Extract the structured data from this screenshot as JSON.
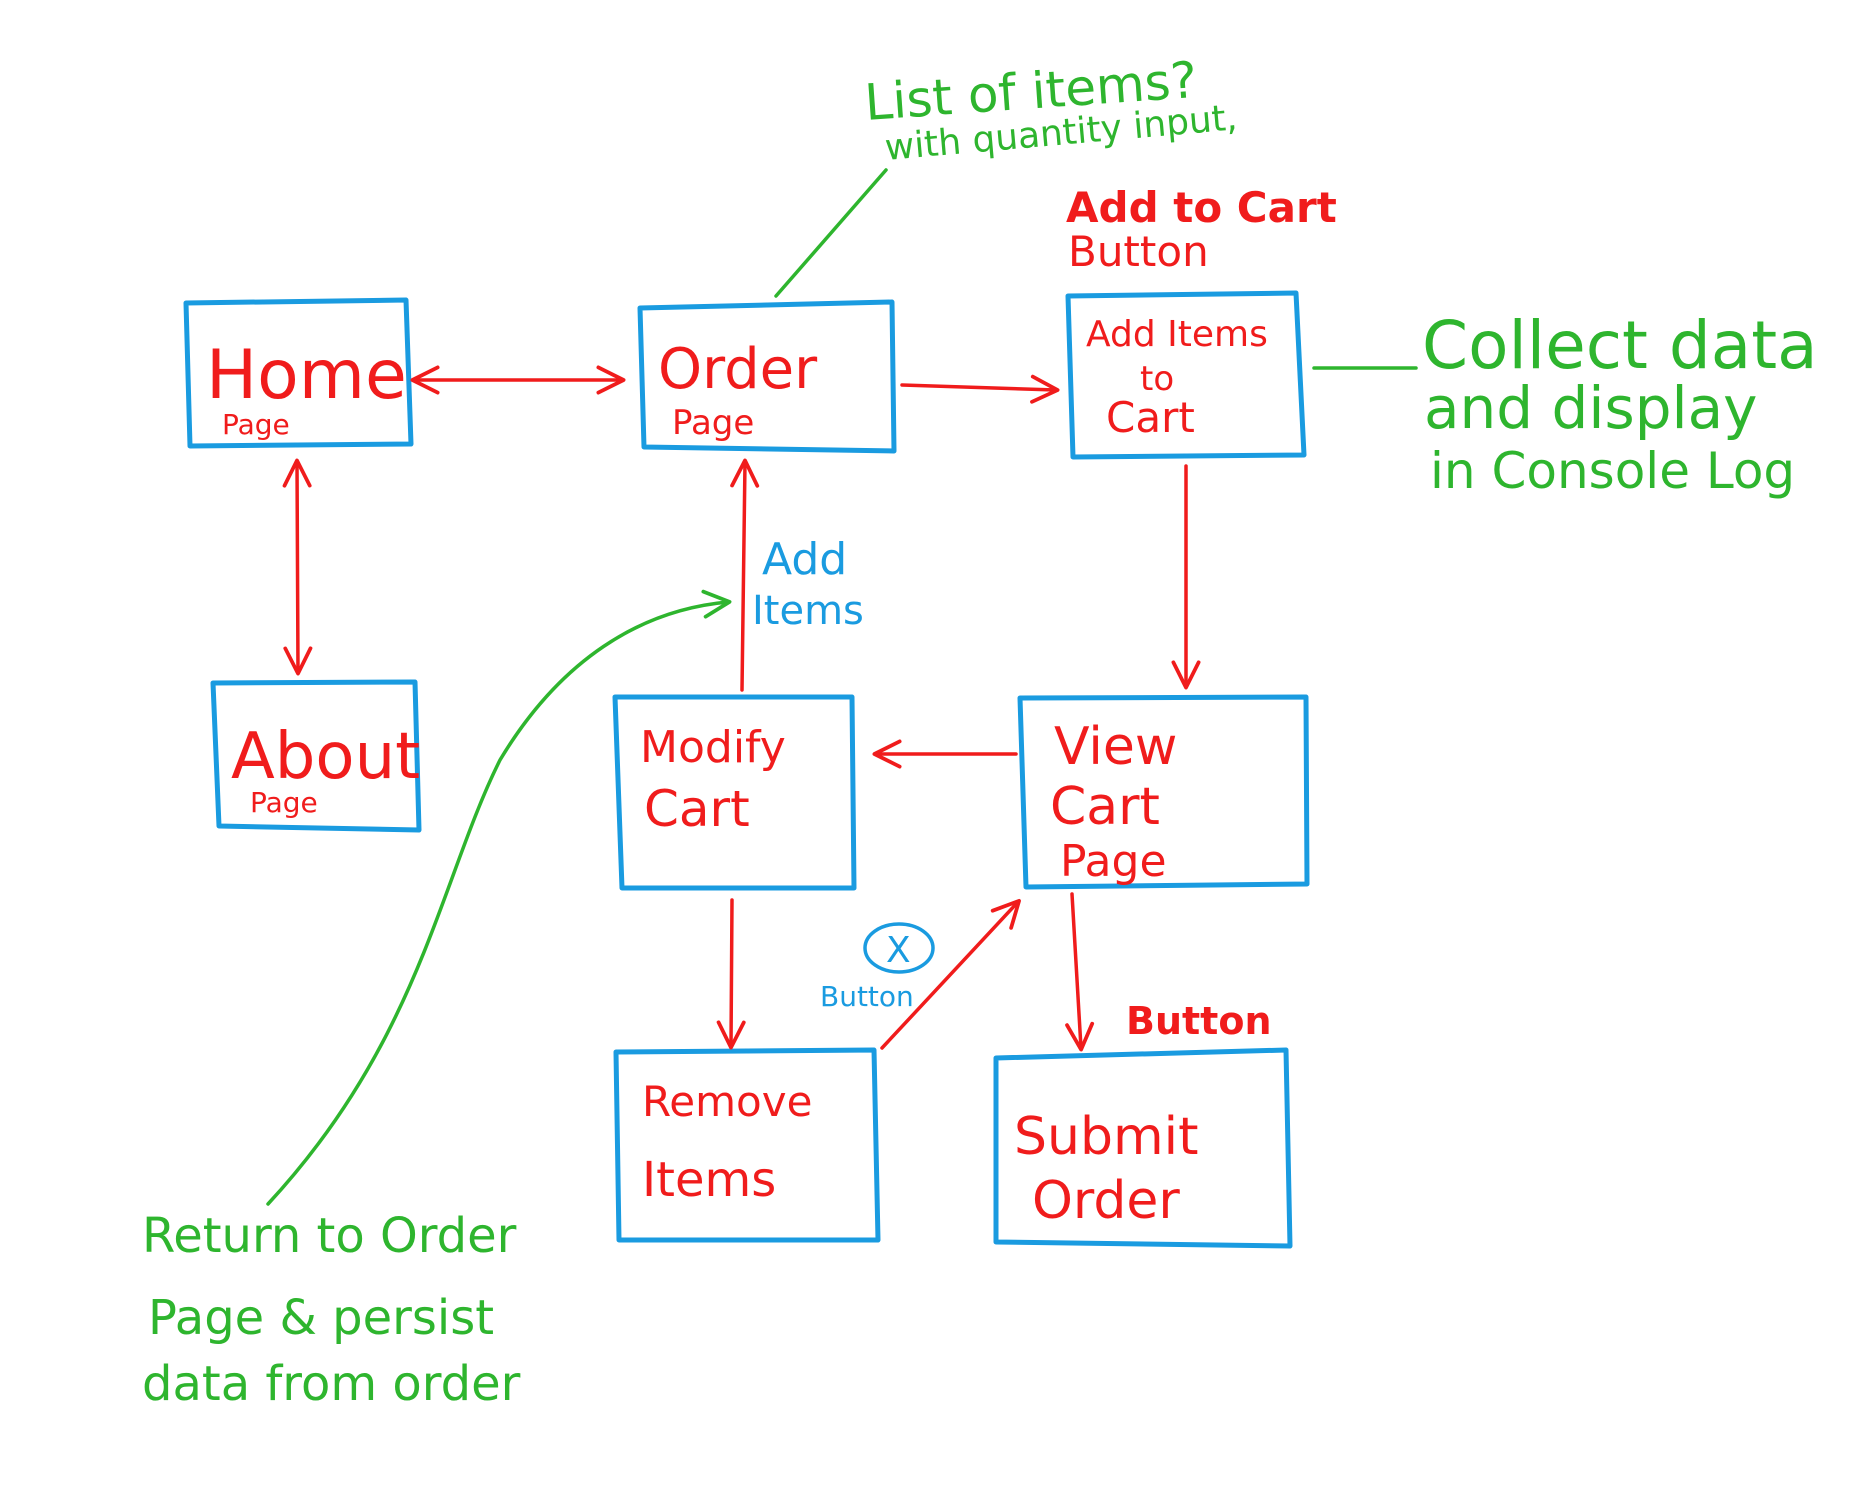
{
  "colors": {
    "box_border": "#1a9be0",
    "node_text": "#f01c1c",
    "arrow": "#f01c1c",
    "note": "#2eb52e",
    "blue_note": "#1a9be0"
  },
  "nodes": {
    "home": {
      "title": "Home",
      "subtitle": "Page"
    },
    "about": {
      "title": "About",
      "subtitle": "Page"
    },
    "order": {
      "title": "Order",
      "subtitle": "Page"
    },
    "add_items": {
      "line1": "Add Items",
      "line2": "to",
      "line3": "Cart"
    },
    "view_cart": {
      "line1": "View",
      "line2": "Cart",
      "line3": "Page"
    },
    "modify_cart": {
      "line1": "Modify",
      "line2": "Cart"
    },
    "remove_items": {
      "line1": "Remove",
      "line2": "Items"
    },
    "submit_order": {
      "line1": "Submit",
      "line2": "Order"
    }
  },
  "labels": {
    "add_to_cart_button": {
      "line1": "Add to Cart",
      "line2": "Button"
    },
    "button": "Button",
    "add_items": {
      "line1": "Add",
      "line2": "Items"
    },
    "x_button": {
      "symbol": "X",
      "text": "Button"
    }
  },
  "notes": {
    "list_of_items": {
      "line1": "List of items?",
      "line2": "with quantity input,"
    },
    "collect_data": {
      "line1": "Collect data",
      "line2": "and display",
      "line3": "in Console Log"
    },
    "return_to_order": {
      "line1": "Return to Order",
      "line2": "Page & persist",
      "line3": "data from order"
    }
  }
}
